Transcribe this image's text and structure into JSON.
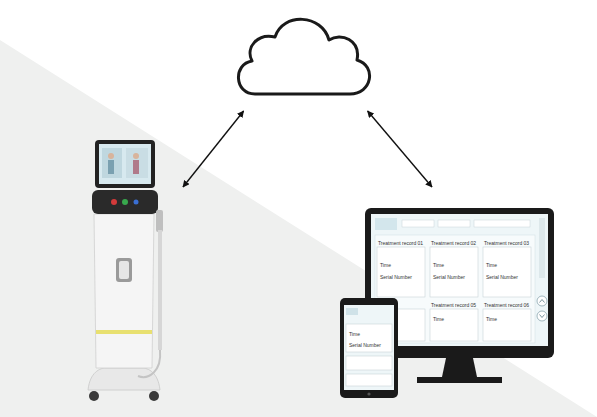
{
  "diagram": {
    "nodes": [
      {
        "text": []
      },
      {
        "text": []
      },
      {
        "text": []
      }
    ],
    "edges": [
      {
        "from": 0,
        "to": 1,
        "arrow": "both"
      },
      {
        "from": 0,
        "to": 2,
        "arrow": "both"
      }
    ],
    "labels": [
      "Treatment record 01",
      "Treatment record 02",
      "Treatment record 03",
      "Time",
      "Serial Number",
      "Time",
      "Serial Number",
      "Time",
      "Serial Number",
      "Treatment record 05",
      "Treatment record 06",
      "Time",
      "Time",
      "Time",
      "Serial Number"
    ]
  }
}
